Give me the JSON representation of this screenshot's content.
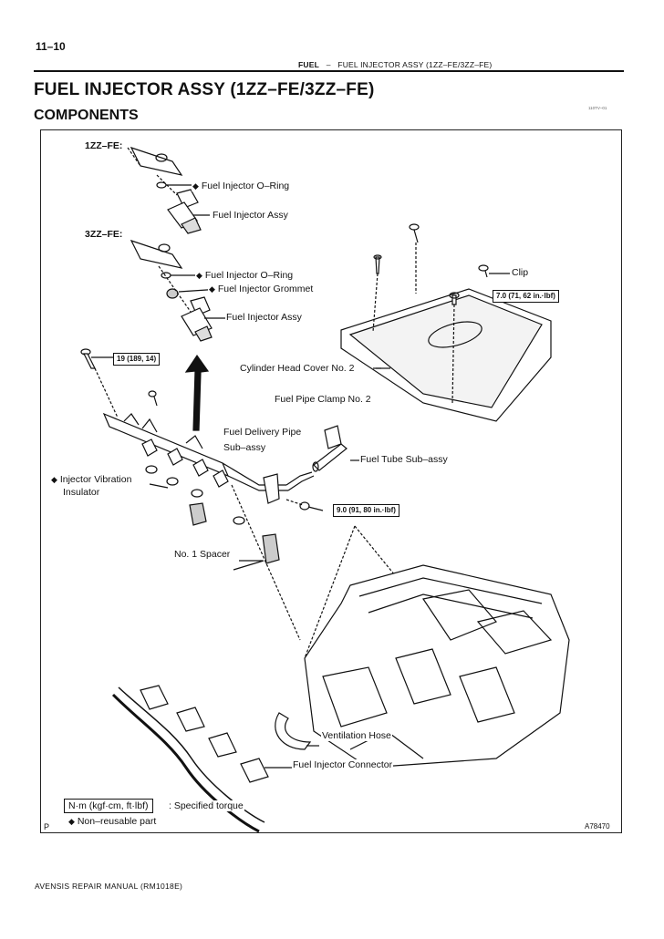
{
  "page": {
    "number": "11–10",
    "header_section": "FUEL",
    "header_dash": "–",
    "header_topic": "FUEL INJECTOR ASSY (1ZZ–FE/3ZZ–FE)",
    "title": "FUEL INJECTOR ASSY (1ZZ–FE/3ZZ–FE)",
    "subtitle": "COMPONENTS",
    "small_code": "110TV–01",
    "footer": "AVENSIS REPAIR MANUAL   (RM1018E)"
  },
  "diagram": {
    "variant_1zz": "1ZZ–FE:",
    "variant_3zz": "3ZZ–FE:",
    "labels": {
      "oring_1zz": "Fuel Injector O–Ring",
      "injector_assy_1zz": "Fuel Injector Assy",
      "oring_3zz": "Fuel Injector O–Ring",
      "grommet_3zz": "Fuel Injector Grommet",
      "injector_assy_3zz": "Fuel Injector Assy",
      "clip": "Clip",
      "cylinder_head_cover": "Cylinder Head Cover No. 2",
      "fuel_pipe_clamp": "Fuel Pipe Clamp No. 2",
      "delivery_pipe_line1": "Fuel Delivery Pipe",
      "delivery_pipe_line2": "Sub–assy",
      "fuel_tube": "Fuel Tube Sub–assy",
      "vibration_insulator_line1": "Injector Vibration",
      "vibration_insulator_line2": "Insulator",
      "spacer": "No. 1 Spacer",
      "ventilation_hose": "Ventilation Hose",
      "injector_connector": "Fuel Injector Connector"
    },
    "torques": {
      "cover": "7.0 (71, 62 in.·lbf)",
      "delivery_pipe_bolt": "19 (189, 14)",
      "clamp_bolt": "9.0 (91, 80 in.·lbf)"
    },
    "legend": {
      "torque_unit": "N·m (kgf·cm, ft·lbf)",
      "torque_desc": ": Specified torque",
      "nonreusable": "Non–reusable part"
    },
    "marker_p": "P",
    "figure_code": "A78470",
    "diamond_symbol": "◆"
  }
}
